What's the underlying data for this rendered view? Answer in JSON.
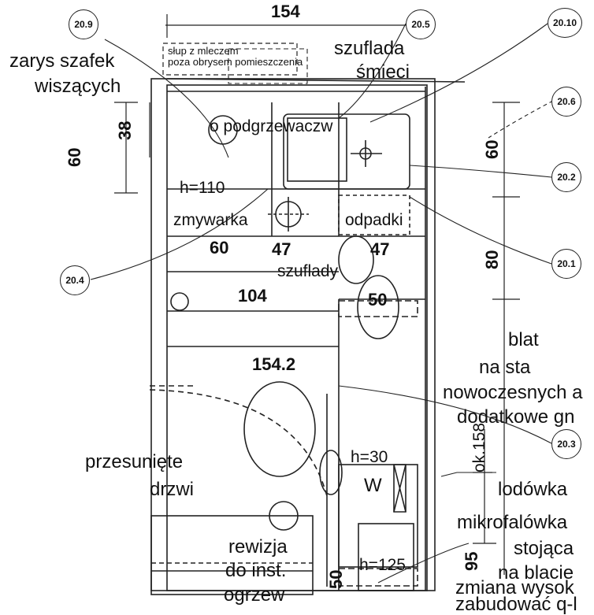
{
  "labels": {
    "top_dim": "154",
    "cabinet_outline_1": "zarys szafek",
    "cabinet_outline_2": "wiszących",
    "pillar_1": "słup z mleczem",
    "pillar_2": "poza obrysem pomieszczenia",
    "drawer_1": "szuflada",
    "drawer_2": "śmieci",
    "heater": "o podgrzewaczw",
    "h110": "h=110",
    "dishwasher": "zmywarka",
    "waste": "odpadki",
    "dim_60a": "60",
    "dim_47a": "47",
    "dim_47b": "47",
    "drawers": "szuflady",
    "dim_104": "104",
    "dim_50a": "50",
    "dim_1542": "154.2",
    "moved_1": "przesunięte",
    "moved_2": "drzwi",
    "h30": "h=30",
    "w": "W",
    "fridge": "lodówka",
    "microwave_1": "mikrofalówka",
    "microwave_2": "stojąca",
    "microwave_3": "na blacie",
    "h125": "h=125",
    "inspection_1": "rewizja",
    "inspection_2": "do inst.",
    "inspection_3": "ogrzew",
    "dim_50b": "50",
    "dim_95": "95",
    "height_change_1": "zmiana wysok",
    "height_change_2": "zabudować q-l",
    "counter_1": "blat",
    "counter_2": "na sta",
    "counter_3": "nowoczesnych a",
    "counter_4": "dodatkowe gn",
    "dim_38": "38",
    "dim_60_left": "60",
    "dim_60_right": "60",
    "dim_80": "80",
    "dim_158": "ok.158"
  },
  "refs": {
    "r209": "20.9",
    "r205": "20.5",
    "r2010": "20.10",
    "r206": "20.6",
    "r202": "20.2",
    "r201": "20.1",
    "r204": "20.4",
    "r203": "20.3"
  }
}
